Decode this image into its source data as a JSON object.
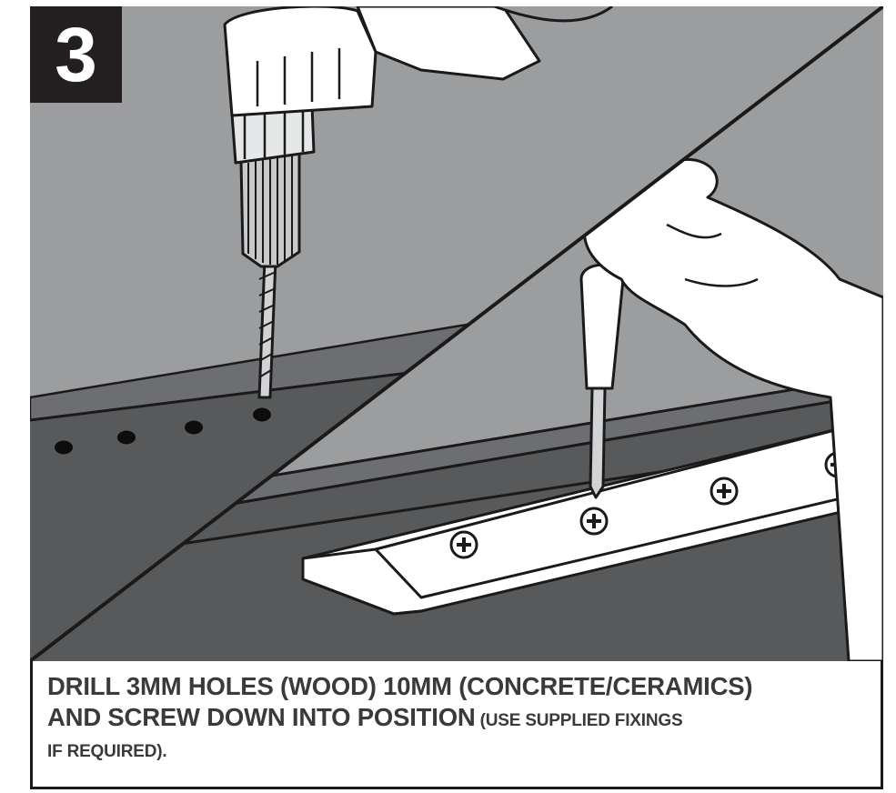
{
  "step": {
    "number": "3"
  },
  "caption": {
    "line1": "DRILL 3MM HOLES (WOOD) 10MM (CONCRETE/CERAMICS)",
    "line2_main": "AND SCREW DOWN INTO POSITION",
    "line2_note": " (USE SUPPLIED FIXINGS",
    "line3_note": "IF REQUIRED)."
  },
  "colors": {
    "wall": "#9c9d9f",
    "floor": "#58595b",
    "strip": "#ffffff",
    "outline": "#1a1a1a",
    "caption_text": "#3a3a3a",
    "badge_bg": "#231f20"
  }
}
